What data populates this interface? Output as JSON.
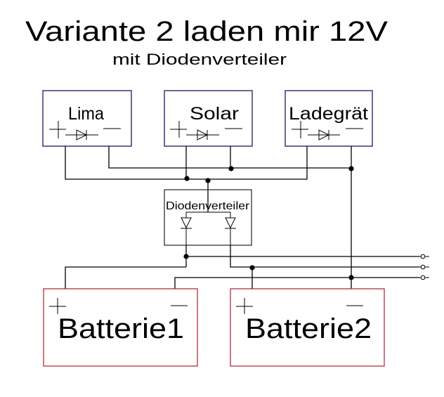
{
  "title": "Variante 2 laden mir 12V",
  "subtitle": "mit Diodenverteiler",
  "sources": [
    {
      "label": "Lima",
      "plus": "+",
      "minus": "—"
    },
    {
      "label": "Solar",
      "plus": "+",
      "minus": "—"
    },
    {
      "label": "Ladegrät",
      "plus": "+",
      "minus": "—"
    }
  ],
  "distributor": {
    "label": "Diodenverteiler"
  },
  "batteries": [
    {
      "label": "Batterie1",
      "plus": "+",
      "minus": "—"
    },
    {
      "label": "Batterie2",
      "plus": "+",
      "minus": "—"
    }
  ],
  "colors": {
    "source_box": "#1a1a5e",
    "battery_box": "#b03040",
    "wire": "#000000"
  }
}
